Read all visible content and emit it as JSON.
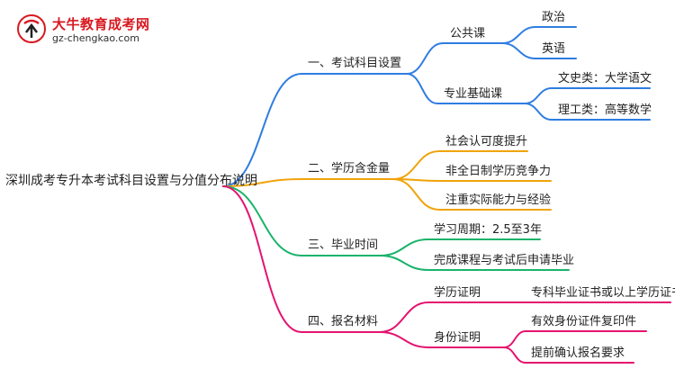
{
  "logo": {
    "title": "大牛教育成考网",
    "url": "gz-chengkao.com"
  },
  "colors": {
    "blue": "#2f7de1",
    "orange": "#f0a30a",
    "green": "#19b36b",
    "pink": "#e5136f"
  },
  "mindmap": {
    "root": "深圳成考专升本考试科目设置与分值分布说明",
    "branches": [
      {
        "label": "一、考试科目设置",
        "children": [
          {
            "label": "公共课",
            "children": [
              {
                "label": "政治"
              },
              {
                "label": "英语"
              }
            ]
          },
          {
            "label": "专业基础课",
            "children": [
              {
                "label": "文史类：大学语文"
              },
              {
                "label": "理工类：高等数学"
              }
            ]
          }
        ]
      },
      {
        "label": "二、学历含金量",
        "children": [
          {
            "label": "社会认可度提升"
          },
          {
            "label": "非全日制学历竞争力"
          },
          {
            "label": "注重实际能力与经验"
          }
        ]
      },
      {
        "label": "三、毕业时间",
        "children": [
          {
            "label": "学习周期：2.5至3年"
          },
          {
            "label": "完成课程与考试后申请毕业"
          }
        ]
      },
      {
        "label": "四、报名材料",
        "children": [
          {
            "label": "学历证明",
            "children": [
              {
                "label": "专科毕业证书或以上学历证书"
              }
            ]
          },
          {
            "label": "身份证明",
            "children": [
              {
                "label": "有效身份证件复印件"
              },
              {
                "label": "提前确认报名要求"
              }
            ]
          }
        ]
      }
    ]
  }
}
